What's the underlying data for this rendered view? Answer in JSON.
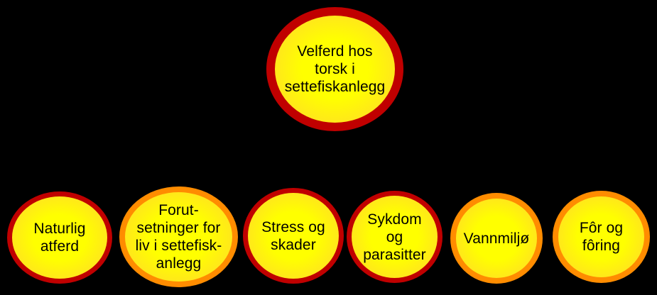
{
  "diagram": {
    "description": "Radial/tree diagram on black background: one root ellipse on top, six child ellipses in a bottom row",
    "background_color": "#000000",
    "node_fill_color": "#FFFF00",
    "text_color": "#000000",
    "border_colors": {
      "dark_red": "#C00000",
      "orange": "#FF8C00"
    },
    "root": {
      "label": "Velferd hos\ntorsk i\nsettefiskanlegg",
      "border_color": "#C00000"
    },
    "children": [
      {
        "label": "Naturlig\natferd",
        "border_color": "#C00000"
      },
      {
        "label": "Forut-\nsetninger for\nliv i settefisk-\nanlegg",
        "border_color": "#FF8C00"
      },
      {
        "label": "Stress og\nskader",
        "border_color": "#C00000"
      },
      {
        "label": "Sykdom\nog\nparasitter",
        "border_color": "#C00000"
      },
      {
        "label": "Vannmiljø",
        "border_color": "#FF8C00"
      },
      {
        "label": "Fôr og\nfôring",
        "border_color": "#FF8C00"
      }
    ]
  }
}
